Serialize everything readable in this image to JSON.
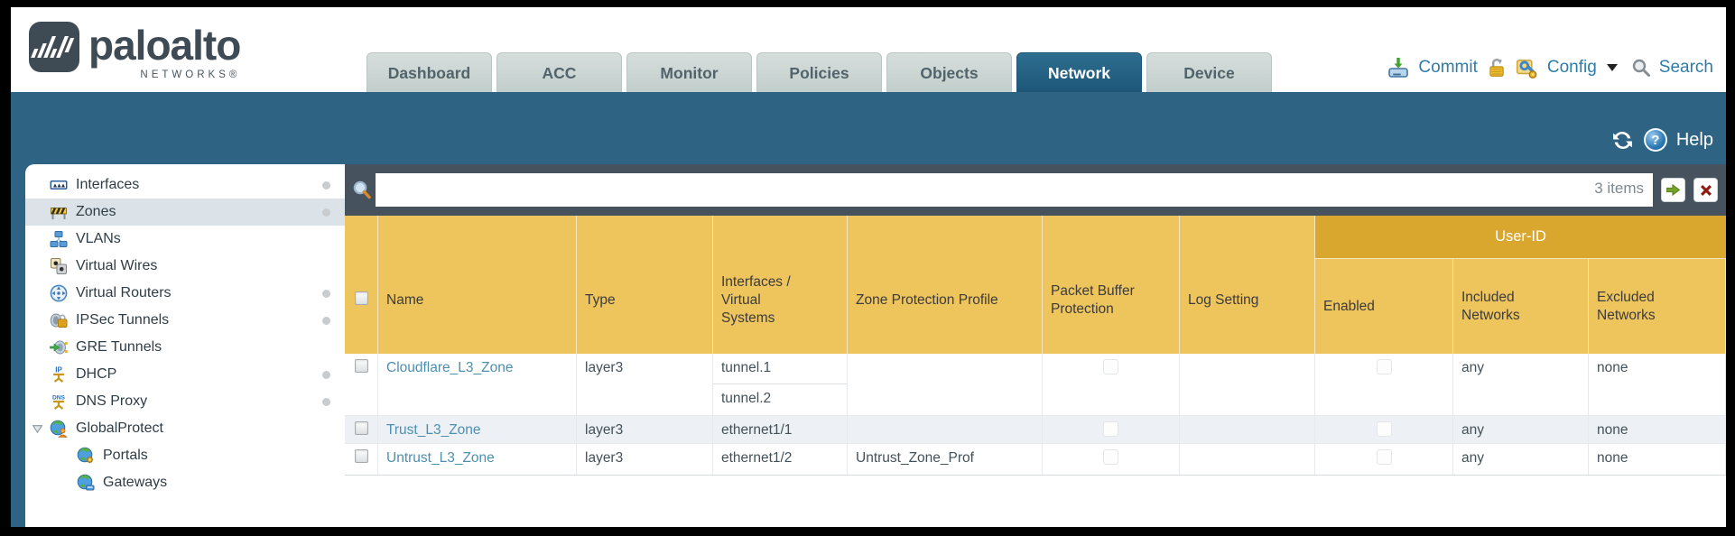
{
  "brand": {
    "title": "paloalto",
    "subtitle": "NETWORKS®"
  },
  "nav": {
    "tabs": [
      {
        "label": "Dashboard"
      },
      {
        "label": "ACC"
      },
      {
        "label": "Monitor"
      },
      {
        "label": "Policies"
      },
      {
        "label": "Objects"
      },
      {
        "label": "Network"
      },
      {
        "label": "Device"
      }
    ],
    "active_tab": "Network"
  },
  "header_actions": {
    "commit": "Commit",
    "config": "Config",
    "search": "Search"
  },
  "toolbar": {
    "help": "Help"
  },
  "filter": {
    "value": "",
    "items_count": "3 items"
  },
  "colors": {
    "teal": "#2e6383",
    "header_amber": "#eec45c",
    "group_amber": "#d9a62e",
    "link_blue": "#4e8fae",
    "filterbar_gray": "#46525d"
  },
  "sidebar": {
    "items": [
      {
        "label": "Interfaces",
        "icon": "interfaces-icon",
        "dot": true,
        "selected": false
      },
      {
        "label": "Zones",
        "icon": "zones-icon",
        "dot": true,
        "selected": true
      },
      {
        "label": "VLANs",
        "icon": "vlans-icon",
        "dot": false,
        "selected": false
      },
      {
        "label": "Virtual Wires",
        "icon": "virtual-wires-icon",
        "dot": false,
        "selected": false
      },
      {
        "label": "Virtual Routers",
        "icon": "virtual-routers-icon",
        "dot": true,
        "selected": false
      },
      {
        "label": "IPSec Tunnels",
        "icon": "ipsec-tunnels-icon",
        "dot": true,
        "selected": false
      },
      {
        "label": "GRE Tunnels",
        "icon": "gre-tunnels-icon",
        "dot": false,
        "selected": false
      },
      {
        "label": "DHCP",
        "icon": "dhcp-icon",
        "dot": true,
        "selected": false
      },
      {
        "label": "DNS Proxy",
        "icon": "dns-proxy-icon",
        "dot": true,
        "selected": false
      },
      {
        "label": "GlobalProtect",
        "icon": "globalprotect-icon",
        "dot": false,
        "selected": false,
        "expanded": true
      },
      {
        "label": "Portals",
        "icon": "portals-icon",
        "dot": false,
        "selected": false,
        "child": true
      },
      {
        "label": "Gateways",
        "icon": "gateways-icon",
        "dot": false,
        "selected": false,
        "child": true
      }
    ]
  },
  "table": {
    "group_header": "User-ID",
    "columns": [
      "Name",
      "Type",
      "Interfaces / Virtual Systems",
      "Zone Protection Profile",
      "Packet Buffer Protection",
      "Log Setting",
      "Enabled",
      "Included Networks",
      "Excluded Networks"
    ],
    "rows": [
      {
        "name": "Cloudflare_L3_Zone",
        "type": "layer3",
        "interfaces": [
          "tunnel.1",
          "tunnel.2"
        ],
        "zone_protection_profile": "",
        "packet_buffer_protection": false,
        "log_setting": "",
        "enabled": false,
        "included_networks": "any",
        "excluded_networks": "none"
      },
      {
        "name": "Trust_L3_Zone",
        "type": "layer3",
        "interfaces": [
          "ethernet1/1"
        ],
        "zone_protection_profile": "",
        "packet_buffer_protection": false,
        "log_setting": "",
        "enabled": false,
        "included_networks": "any",
        "excluded_networks": "none"
      },
      {
        "name": "Untrust_L3_Zone",
        "type": "layer3",
        "interfaces": [
          "ethernet1/2"
        ],
        "zone_protection_profile": "Untrust_Zone_Prof",
        "packet_buffer_protection": false,
        "log_setting": "",
        "enabled": false,
        "included_networks": "any",
        "excluded_networks": "none"
      }
    ]
  }
}
